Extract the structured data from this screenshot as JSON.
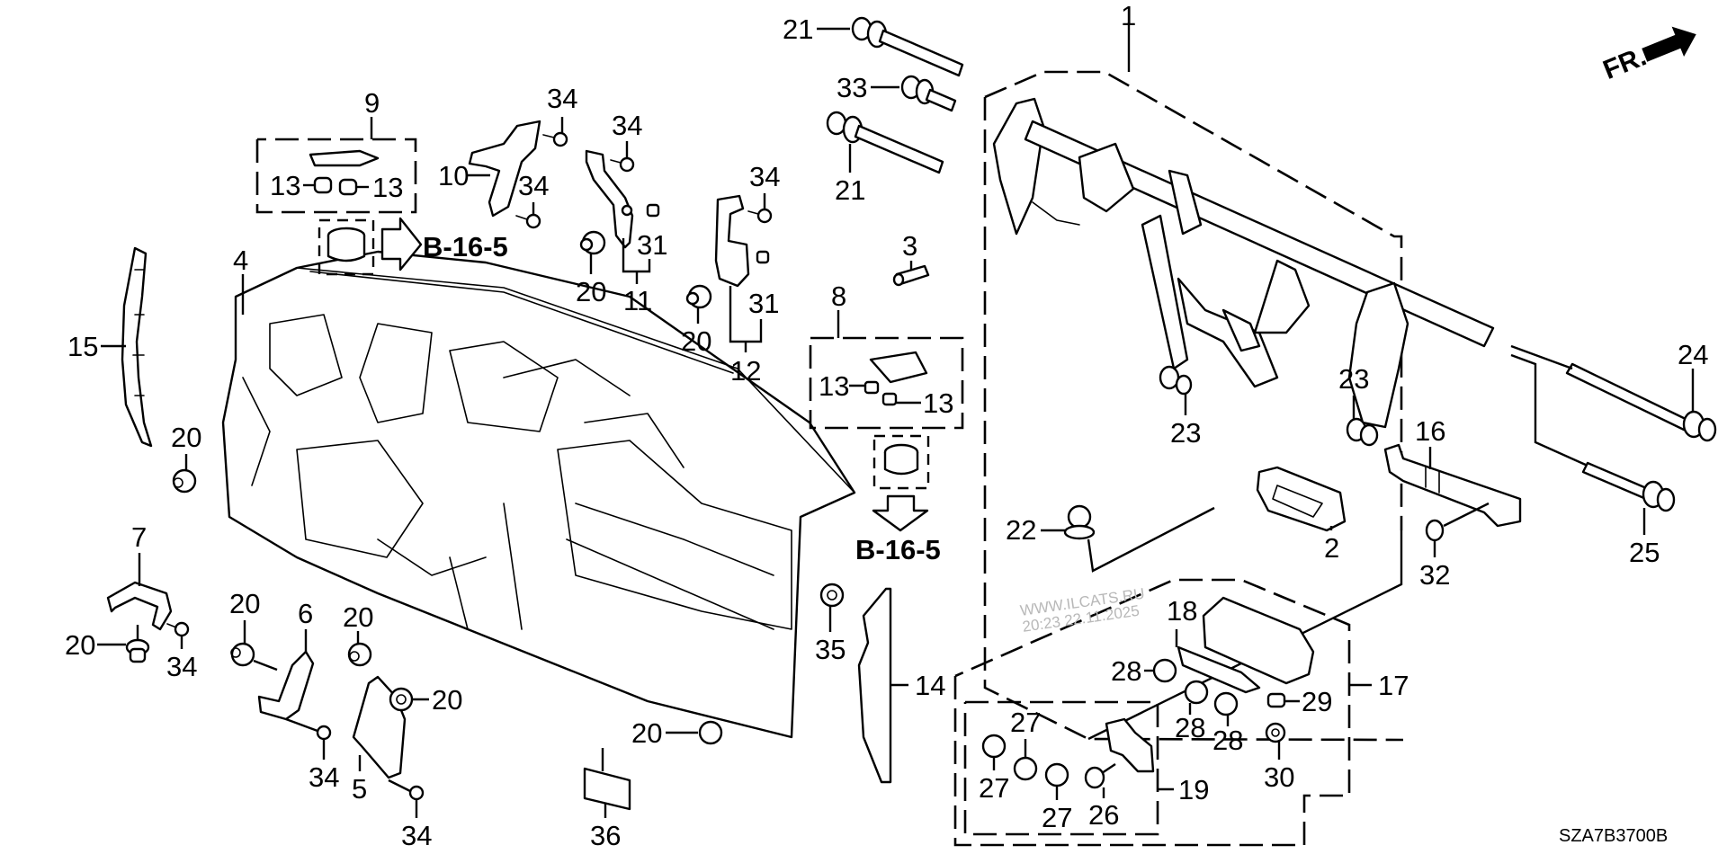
{
  "diagram": {
    "title": "Instrument Panel Parts Diagram",
    "code": "SZA7B3700B",
    "direction_indicator": "FR.",
    "reference": "B-16-5",
    "watermark": {
      "line1": "WWW.ILCATS.RU",
      "line2": "20:23 22.11.2025"
    }
  },
  "callouts": {
    "c1": "1",
    "c2": "2",
    "c3": "3",
    "c4": "4",
    "c5": "5",
    "c6": "6",
    "c7": "7",
    "c8": "8",
    "c9": "9",
    "c10": "10",
    "c11": "11",
    "c12": "12",
    "c13a": "13",
    "c13b": "13",
    "c13c": "13",
    "c13d": "13",
    "c14": "14",
    "c15": "15",
    "c16": "16",
    "c17": "17",
    "c18": "18",
    "c19": "19",
    "c20a": "20",
    "c20b": "20",
    "c20c": "20",
    "c20d": "20",
    "c20e": "20",
    "c20f": "20",
    "c20g": "20",
    "c20h": "20",
    "c21a": "21",
    "c21b": "21",
    "c22": "22",
    "c23a": "23",
    "c23b": "23",
    "c24": "24",
    "c25": "25",
    "c26": "26",
    "c27a": "27",
    "c27b": "27",
    "c27c": "27",
    "c28a": "28",
    "c28b": "28",
    "c28c": "28",
    "c29": "29",
    "c30": "30",
    "c31a": "31",
    "c31b": "31",
    "c32": "32",
    "c33": "33",
    "c34a": "34",
    "c34b": "34",
    "c34c": "34",
    "c34d": "34",
    "c34e": "34",
    "c34f": "34",
    "c34g": "34",
    "c35": "35",
    "c36": "36"
  }
}
